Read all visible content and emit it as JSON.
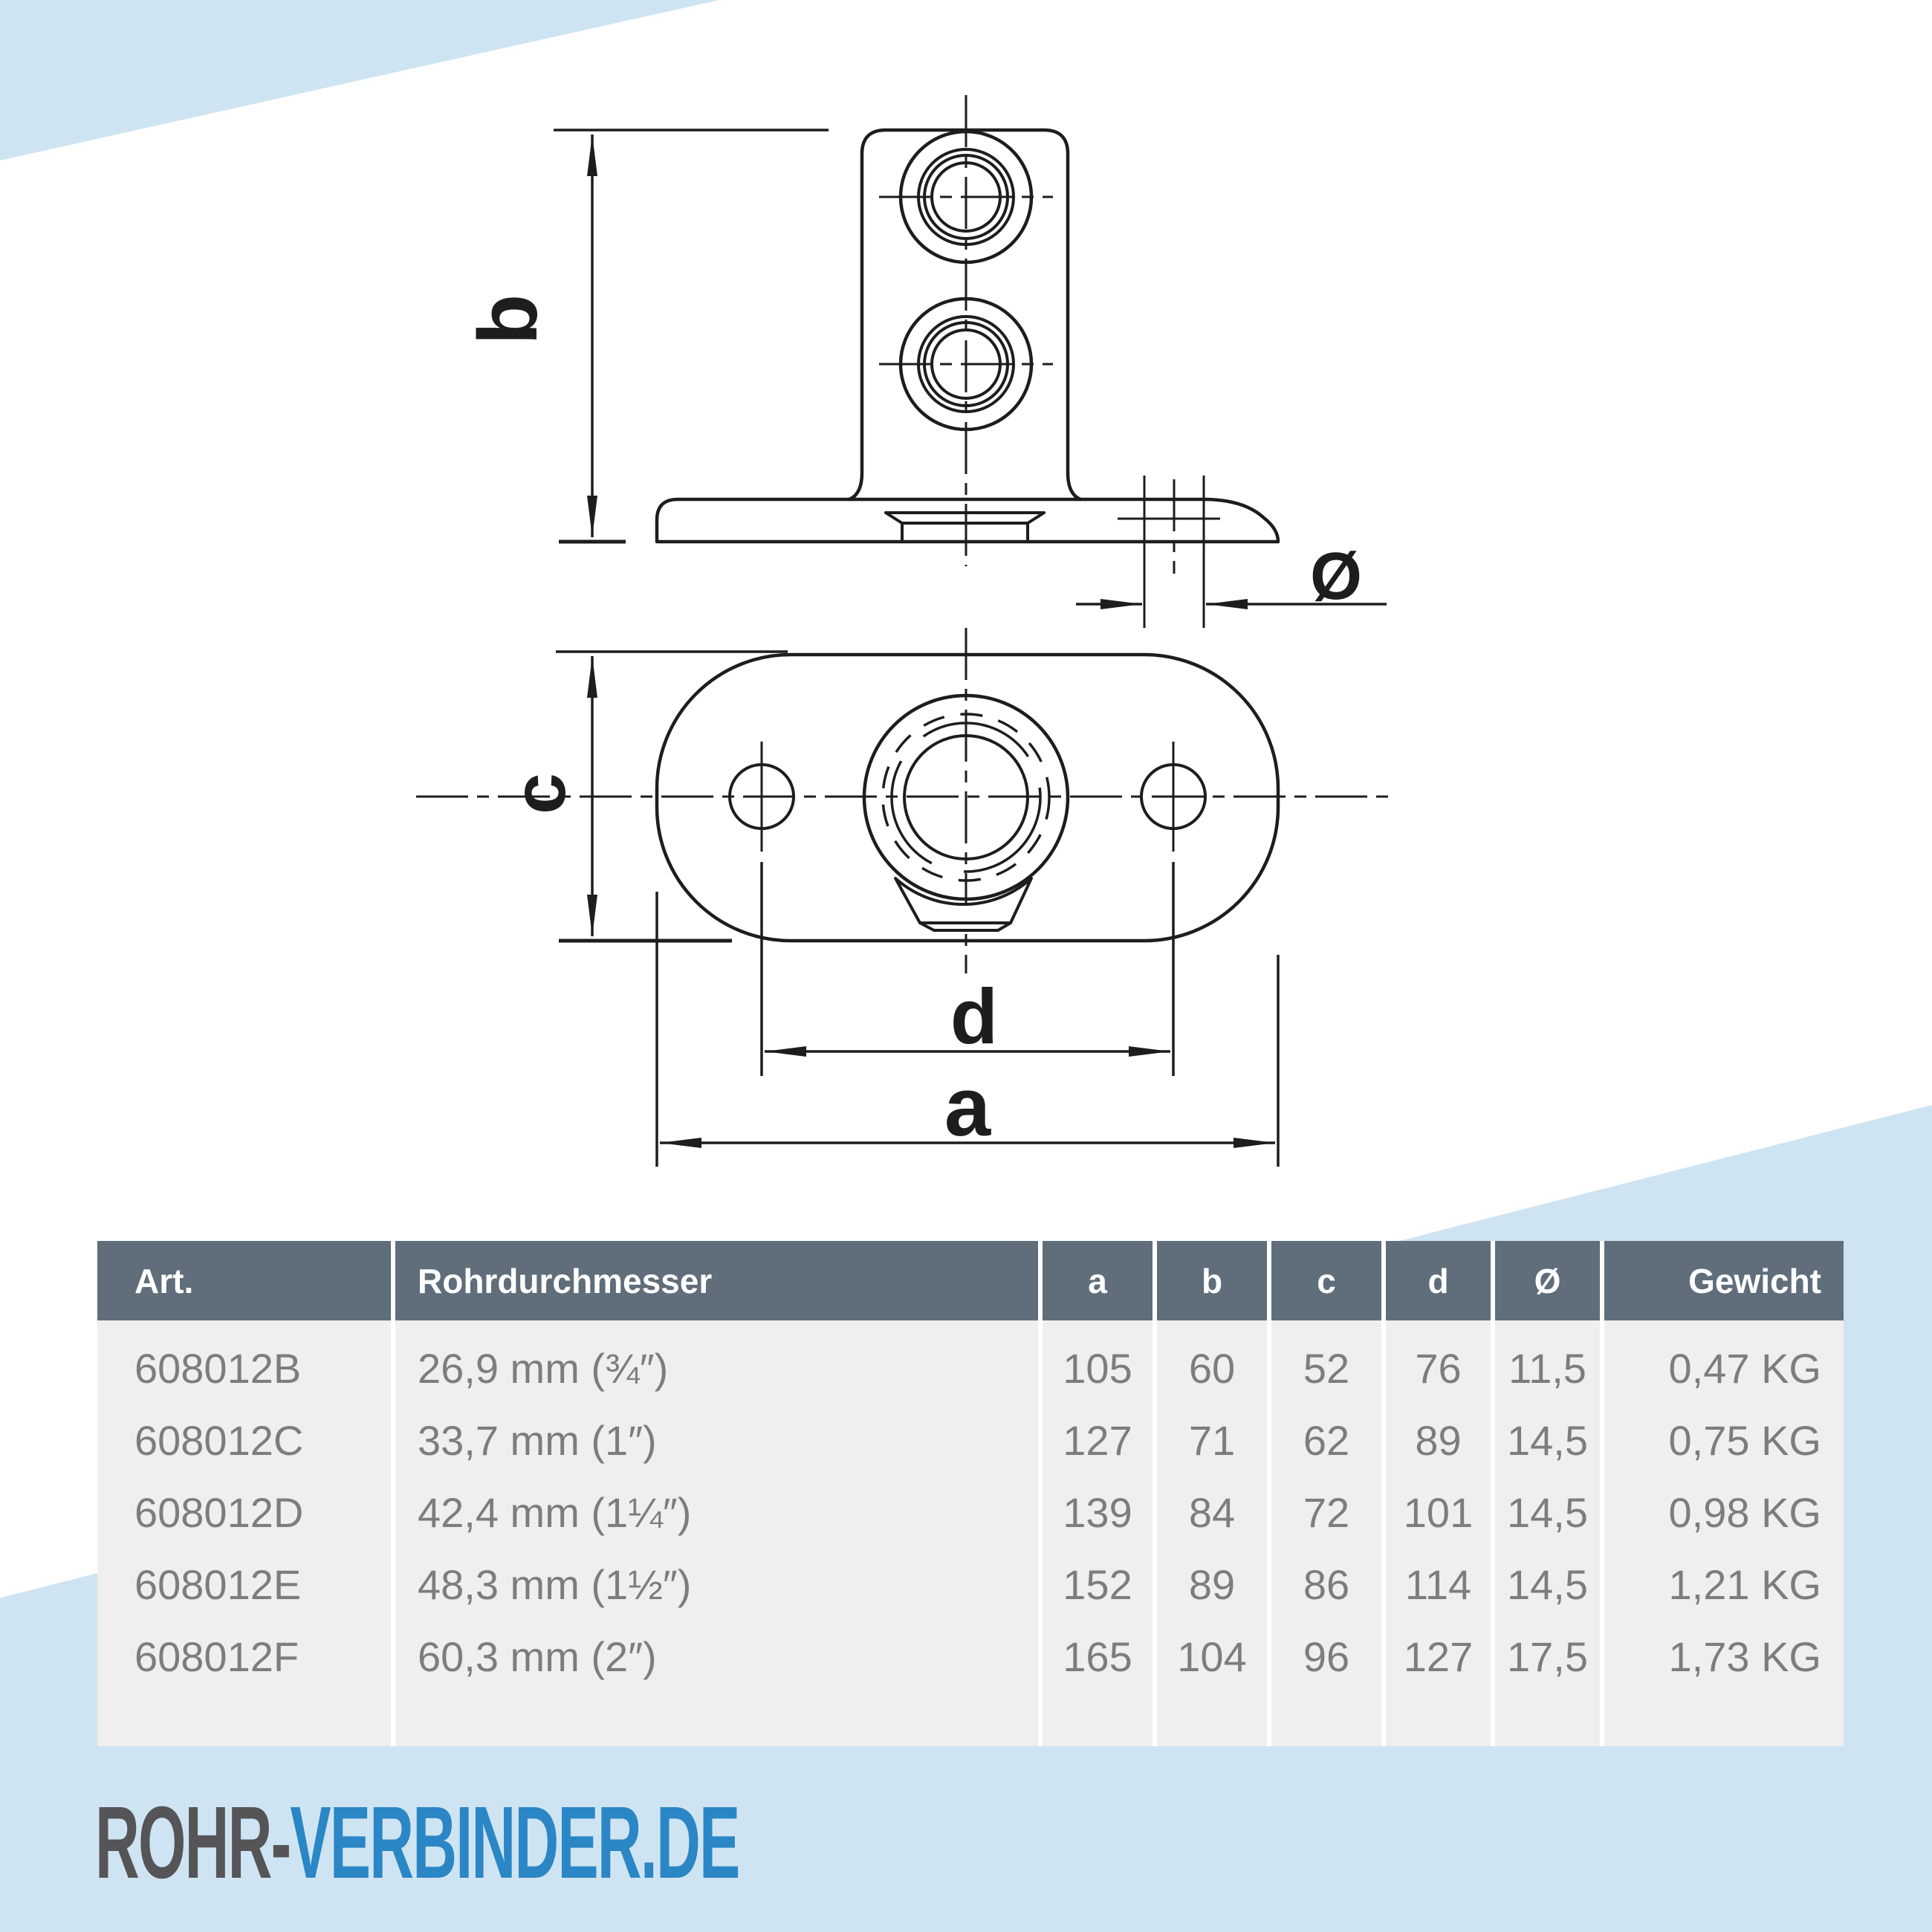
{
  "colors": {
    "accent_blue": "#cfe4f2",
    "table_header_bg": "#5f6e7a",
    "table_body_bg": "#efefef",
    "table_text": "#7d7d7d",
    "logo_gray": "#555557",
    "logo_blue": "#2b86c5",
    "line_color": "#1d1d1b"
  },
  "drawing": {
    "labels": {
      "b": "b",
      "c": "c",
      "d": "d",
      "a": "a",
      "diameter": "Ø"
    }
  },
  "table": {
    "headers": [
      "Art.",
      "Rohrdurchmesser",
      "a",
      "b",
      "c",
      "d",
      "Ø",
      "Gewicht"
    ],
    "rows": [
      [
        "608012B",
        "26,9 mm (¾″)",
        "105",
        "60",
        "52",
        "76",
        "11,5",
        "0,47 KG"
      ],
      [
        "608012C",
        "33,7 mm (1″)",
        "127",
        "71",
        "62",
        "89",
        "14,5",
        "0,75 KG"
      ],
      [
        "608012D",
        "42,4 mm (1¼″)",
        "139",
        "84",
        "72",
        "101",
        "14,5",
        "0,98 KG"
      ],
      [
        "608012E",
        "48,3 mm (1½″)",
        "152",
        "89",
        "86",
        "114",
        "14,5",
        "1,21 KG"
      ],
      [
        "608012F",
        "60,3 mm (2″)",
        "165",
        "104",
        "96",
        "127",
        "17,5",
        "1,73 KG"
      ]
    ]
  },
  "logo": {
    "prefix": "ROHR-",
    "suffix": "VERBINDER.DE"
  }
}
